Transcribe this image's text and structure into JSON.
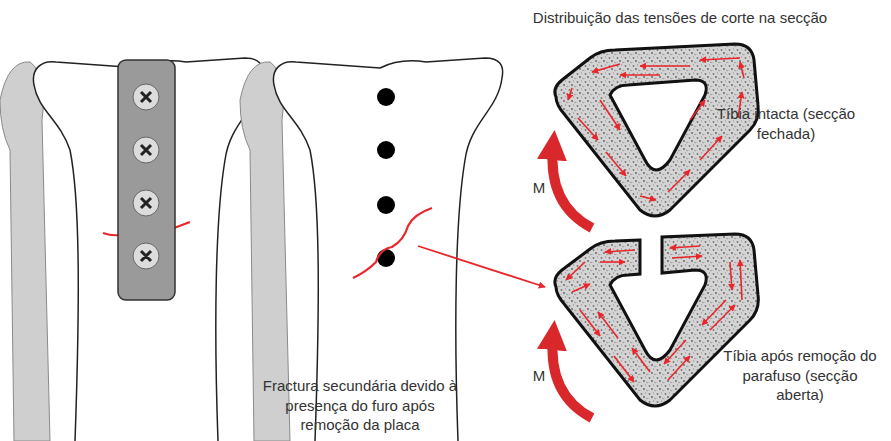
{
  "diagram": {
    "title": "Distribuição das tensões de corte na secção",
    "labels": [
      "Tíbia intacta (secção fechada)",
      "M",
      "Tíbia após remoção do parafuso (secção aberta)",
      "M",
      "Fractura secundária devido à presença do furo após remoção da placa"
    ]
  }
}
